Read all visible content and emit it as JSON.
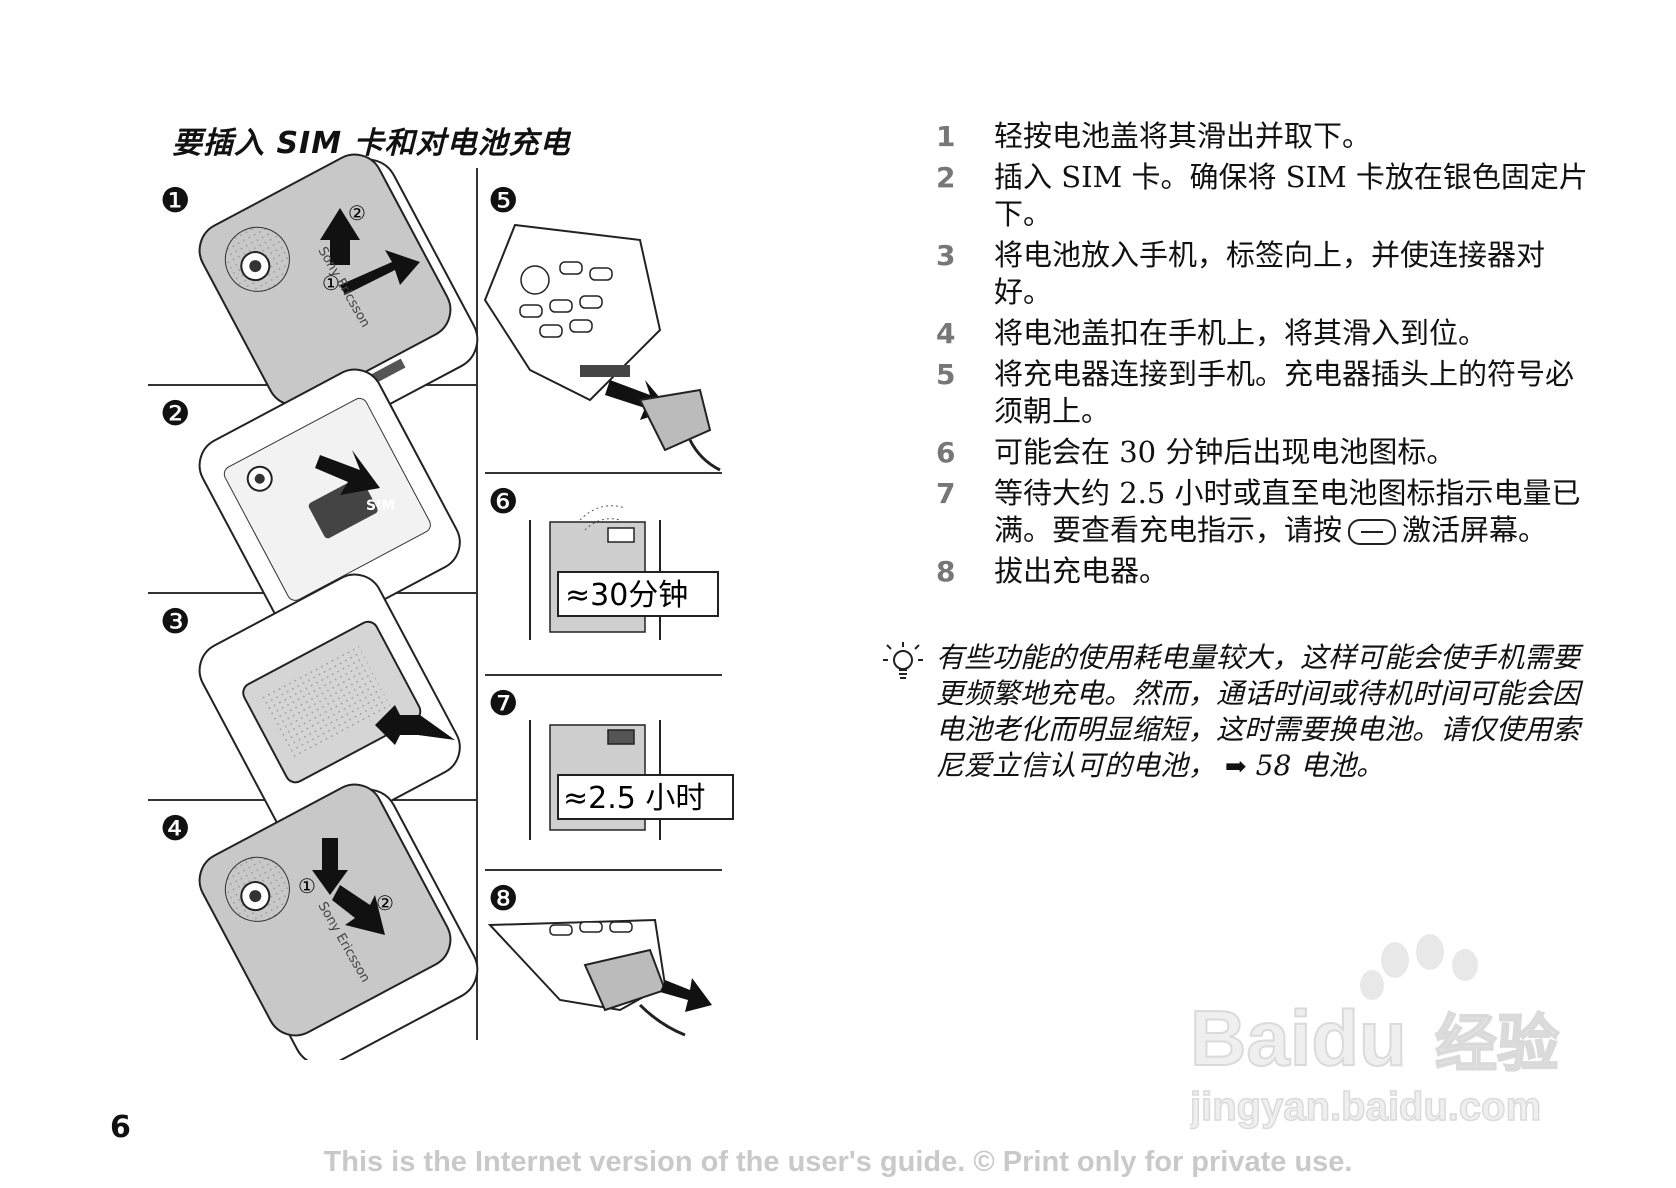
{
  "heading": "要插入 SIM 卡和对电池充电",
  "figure_labels": [
    "❶",
    "❷",
    "❸",
    "❹",
    "❺",
    "❻",
    "❼",
    "❽"
  ],
  "callouts": {
    "step1_circle1": "①",
    "step1_circle2": "②",
    "step4_circle1": "①",
    "step4_circle2": "②",
    "sim_label": "SIM",
    "brand_text": "Sony Ericsson",
    "time_30": "≈30分钟",
    "time_25": "≈2.5 小时"
  },
  "steps": [
    {
      "num": "1",
      "text": "轻按电池盖将其滑出并取下。"
    },
    {
      "num": "2",
      "text": "插入 SIM 卡。确保将 SIM 卡放在银色固定片下。"
    },
    {
      "num": "3",
      "text": "将电池放入手机，标签向上，并使连接器对好。"
    },
    {
      "num": "4",
      "text": "将电池盖扣在手机上，将其滑入到位。"
    },
    {
      "num": "5",
      "text": "将充电器连接到手机。充电器插头上的符号必须朝上。"
    },
    {
      "num": "6",
      "text": "可能会在 30 分钟后出现电池图标。"
    },
    {
      "num": "7",
      "text_a": "等待大约 2.5 小时或直至电池图标指示电量已满。要查看充电指示，请按",
      "text_b": "激活屏幕。"
    },
    {
      "num": "8",
      "text": "拔出充电器。"
    }
  ],
  "tip": {
    "text": "有些功能的使用耗电量较大，这样可能会使手机需要更频繁地充电。然而，通话时间或待机时间可能会因电池老化而明显缩短，这时需要换电池。请仅使用索尼爱立信认可的电池，",
    "ref": "58 电池。"
  },
  "page_number": "6",
  "footer": "This is the Internet version of the user's guide. © Print only for private use.",
  "watermark": {
    "brand": "Baidu",
    "cn": "经验",
    "url": "jingyan.baidu.com"
  }
}
